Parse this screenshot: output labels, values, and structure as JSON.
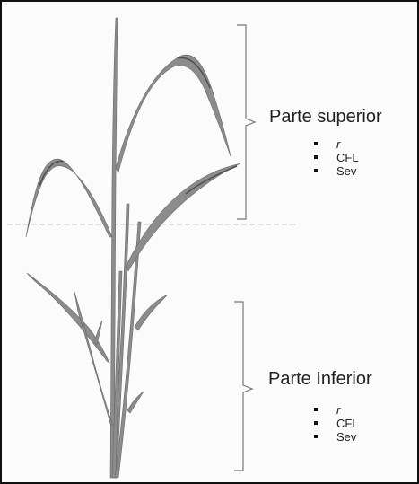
{
  "sections": [
    {
      "title": "Parte superior",
      "items": [
        "r",
        "CFL",
        "Sev"
      ]
    },
    {
      "title": "Parte Inferior",
      "items": [
        "r",
        "CFL",
        "Sev"
      ]
    }
  ],
  "colors": {
    "leaf": "#8c8c8c",
    "leaf_dark": "#5f5f5f",
    "bracket": "#777777",
    "border": "#111111"
  }
}
